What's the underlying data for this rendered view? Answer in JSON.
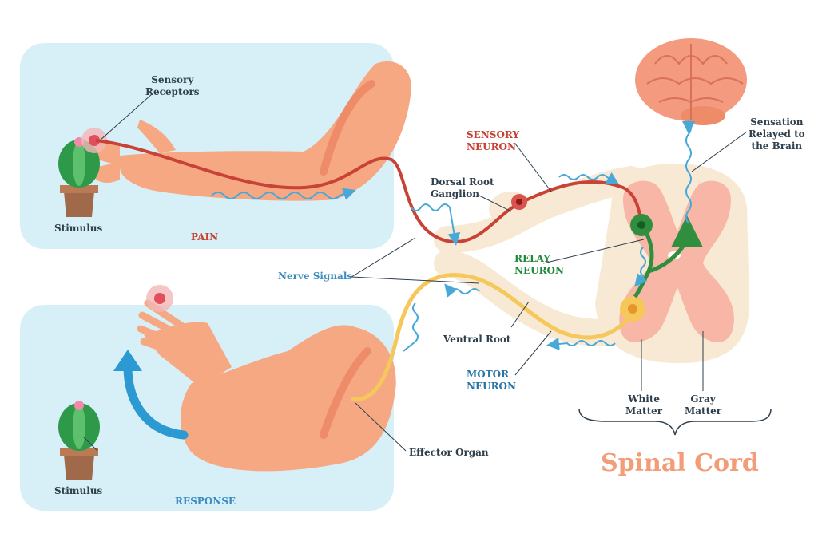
{
  "labels": {
    "sensory_receptors": "Sensory\nReceptors",
    "stimulus_top": "Stimulus",
    "pain": "PAIN",
    "stimulus_bottom": "Stimulus",
    "response": "RESPONSE",
    "sensory_neuron": "SENSORY\nNEURON",
    "dorsal_root_ganglion": "Dorsal Root\nGanglion",
    "nerve_signals": "Nerve Signals",
    "relay_neuron": "RELAY\nNEURON",
    "ventral_root": "Ventral Root",
    "motor_neuron": "MOTOR\nNEURON",
    "effector_organ": "Effector Organ",
    "sensation_relayed": "Sensation\nRelayed to\nthe Brain",
    "white_matter": "White\nMatter",
    "gray_matter": "Gray\nMatter",
    "spinal_cord": "Spinal Cord"
  },
  "colors": {
    "panel": "#d7f0f8",
    "skin": "#f6a883",
    "skin_shade": "#ee8c6a",
    "sensory_path": "#c94236",
    "motor_path": "#f6c75a",
    "relay": "#2f8f3f",
    "signal_wave": "#48a8d8",
    "brain": "#f49a7e",
    "cord_gray": "#f8b6a6",
    "cord_white": "#f7e9d3",
    "arrow_blue": "#2c9ad2"
  },
  "icons": [
    "cactus-icon",
    "brain-icon",
    "hand-icon",
    "arm-icon",
    "response-arrow-icon"
  ]
}
